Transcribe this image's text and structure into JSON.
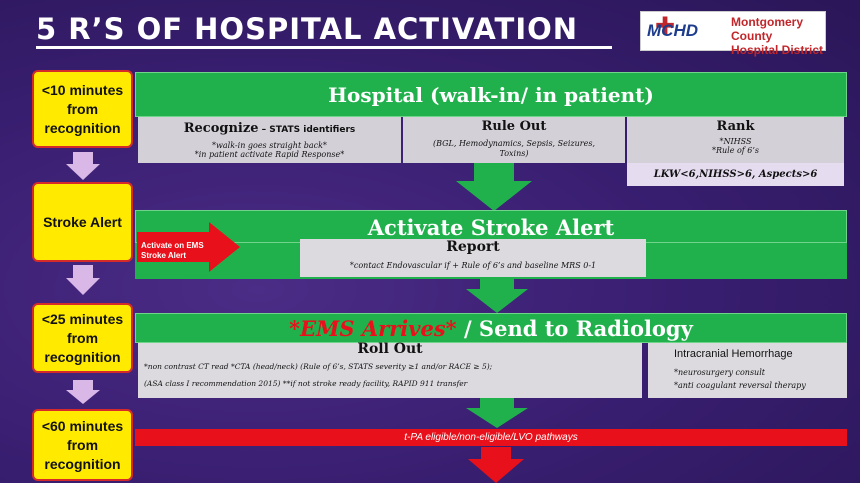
{
  "title": "5 R’S OF HOSPITAL ACTIVATION",
  "logo": {
    "abbr": "MCHD",
    "line1": "Montgomery County",
    "line2": "Hospital District"
  },
  "timeline": [
    {
      "label": "<10 minutes from recognition"
    },
    {
      "label": "Stroke Alert"
    },
    {
      "label": "<25 minutes from recognition"
    },
    {
      "label": "<60 minutes from recognition"
    }
  ],
  "hospital": {
    "header": "Hospital (walk-in/ in patient)",
    "recognize_title": "Recognize",
    "recognize_suffix": " – STATS identifiers",
    "recognize_line1": "*walk-in goes straight back*",
    "recognize_line2": "*in patient activate Rapid Response*",
    "ruleout_title": "Rule Out",
    "ruleout_text": "(BGL, Hemodynamics, Sepsis, Seizures, Toxins)",
    "rank_title": "Rank",
    "rank_line1": "*NIHSS",
    "rank_line2": "*Rule of 6’s",
    "rank_criteria": "LKW<6,NIHSS>6, Aspects>6"
  },
  "activate": {
    "header": "Activate Stroke Alert",
    "ems_arrow": "Activate on EMS Stroke Alert",
    "report_title": "Report",
    "report_text": "*contact Endovascular if + Rule of 6’s and baseline MRS 0-1"
  },
  "ems": {
    "star": "*",
    "arrives": "EMS Arrives",
    "send": " / Send to Radiology",
    "rollout_title": "Roll Out",
    "rollout_line1": "*non contrast CT read *CTA (head/neck) (Rule of 6’s, STATS severity ≥1 and/or RACE ≥ 5);",
    "rollout_line2": "(ASA class I recommendation 2015) **if not stroke ready facility, RAPID 911 transfer",
    "ich_title": "Intracranial Hemorrhage",
    "ich_line1": "*neurosurgery consult",
    "ich_line2": "*anti coagulant reversal therapy"
  },
  "tpa": {
    "text": "t-PA eligible/non-eligible/LVO pathways"
  },
  "colors": {
    "background": "#3a1f72",
    "green": "#21b14c",
    "yellow": "#ffea00",
    "red": "#e8101a",
    "lavender_arrow": "#d9b8e8"
  }
}
